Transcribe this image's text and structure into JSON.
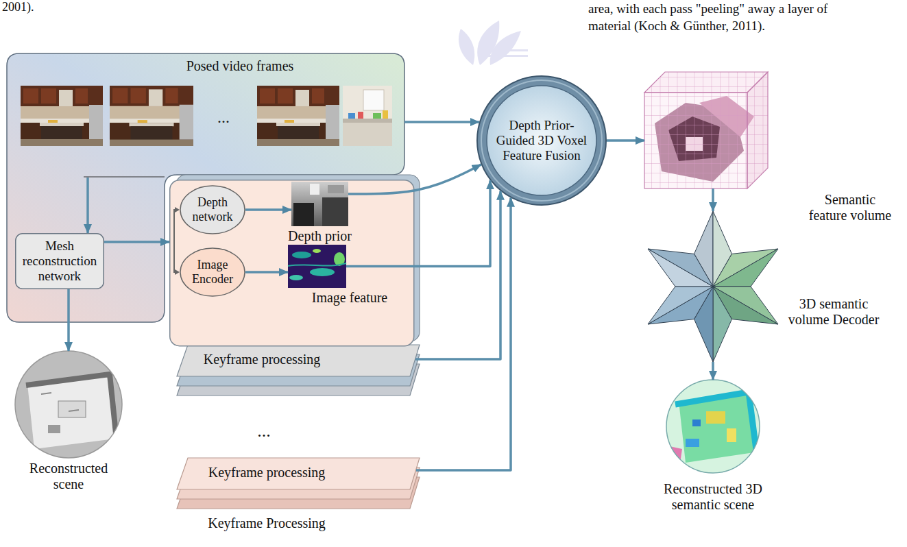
{
  "diagram": {
    "nodes": [
      {
        "text": [
          "Posed video frames"
        ]
      },
      {
        "text": [
          "Mesh reconstruction network"
        ],
        "in": 0
      },
      {
        "text": [
          "Keyframe processing"
        ]
      },
      {
        "text": [
          "Depth network"
        ],
        "in": 2
      },
      {
        "text": [
          "Image Encoder"
        ],
        "in": 2
      },
      {
        "text": [
          "Depth prior"
        ],
        "in": 2
      },
      {
        "text": [
          "Image feature"
        ],
        "in": 2
      },
      {
        "text": [
          "Keyframe processing",
          "Keyframe Processing"
        ]
      },
      {
        "text": [
          "Depth Prior-Guided 3D Voxel Feature Fusion"
        ]
      },
      {
        "text": [
          "Semantic feature volume"
        ]
      },
      {
        "text": [
          "3D semantic volume Decoder"
        ]
      },
      {
        "text": [
          "Reconstructed 3D semantic scene"
        ]
      },
      {
        "text": [
          "Reconstructed scene"
        ]
      }
    ],
    "edges": [
      {
        "from": 0,
        "to": 8,
        "arrow": "to"
      },
      {
        "from": 0,
        "to": 1,
        "arrow": "to"
      },
      {
        "from": 1,
        "to": 2,
        "arrow": "to"
      },
      {
        "from": 1,
        "to": 12,
        "arrow": "to"
      },
      {
        "from": 3,
        "to": 5,
        "arrow": "to"
      },
      {
        "from": 4,
        "to": 6,
        "arrow": "to"
      },
      {
        "from": 5,
        "to": 8,
        "arrow": "to"
      },
      {
        "from": 6,
        "to": 8,
        "arrow": "to"
      },
      {
        "from": 2,
        "to": 8,
        "arrow": "to"
      },
      {
        "from": 7,
        "to": 8,
        "arrow": "to"
      },
      {
        "from": 8,
        "to": 9,
        "arrow": "to"
      },
      {
        "from": 9,
        "to": 10,
        "arrow": "to"
      },
      {
        "from": 10,
        "to": 11,
        "arrow": "to"
      }
    ],
    "labels": [
      "2001).",
      "area, with each pass \"peeling\" away a layer of",
      "material (Koch & Günther, 2011).",
      "...",
      "..."
    ]
  }
}
